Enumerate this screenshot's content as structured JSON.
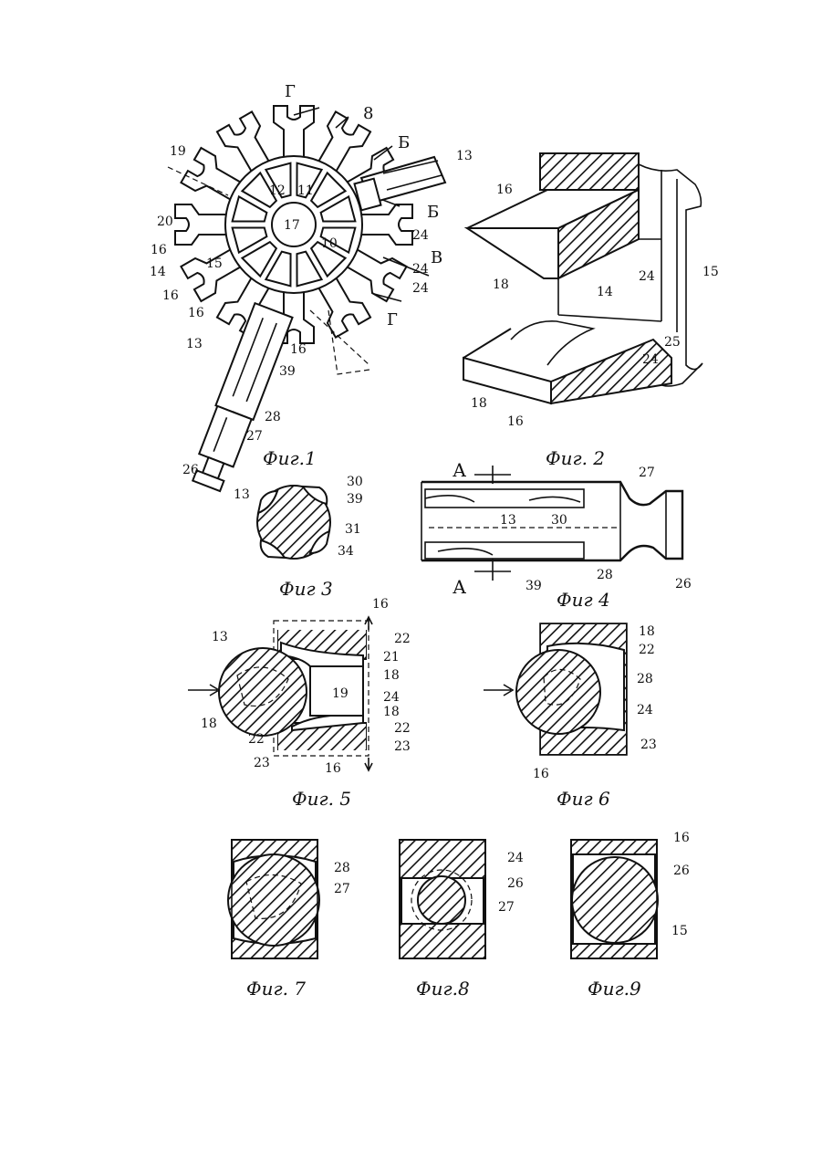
{
  "figures": [
    {
      "id": "fig1",
      "caption": "Фиг.1",
      "labels": [
        "Г",
        "8",
        "Б",
        "13",
        "19",
        "12",
        "11",
        "17",
        "10",
        "20",
        "16",
        "14",
        "15",
        "24",
        "Б",
        "24",
        "В",
        "24",
        "Г",
        "16",
        "16",
        "13",
        "16",
        "39",
        "28",
        "27",
        "26"
      ]
    },
    {
      "id": "fig2",
      "caption": "Фиг. 2",
      "labels": [
        "16",
        "24",
        "15",
        "18",
        "14",
        "25",
        "24",
        "18",
        "16"
      ]
    },
    {
      "id": "fig3",
      "caption": "Фиг 3",
      "labels": [
        "13",
        "30",
        "39",
        "31",
        "34"
      ]
    },
    {
      "id": "fig4",
      "caption": "Фиг 4",
      "labels": [
        "А",
        "27",
        "13",
        "30",
        "26",
        "28",
        "39",
        "А"
      ]
    },
    {
      "id": "fig5",
      "caption": "Фиг. 5",
      "labels": [
        "16",
        "13",
        "22",
        "21",
        "18",
        "19",
        "24",
        "18",
        "18",
        "22",
        "22",
        "23",
        "23",
        "16"
      ]
    },
    {
      "id": "fig6",
      "caption": "Фиг 6",
      "labels": [
        "18",
        "22",
        "28",
        "24",
        "23",
        "16"
      ]
    },
    {
      "id": "fig7",
      "caption": "Фиг. 7",
      "labels": [
        "28",
        "27"
      ]
    },
    {
      "id": "fig8",
      "caption": "Фиг.8",
      "labels": [
        "24",
        "26",
        "27"
      ]
    },
    {
      "id": "fig9",
      "caption": "Фиг.9",
      "labels": [
        "16",
        "26",
        "15"
      ]
    }
  ]
}
